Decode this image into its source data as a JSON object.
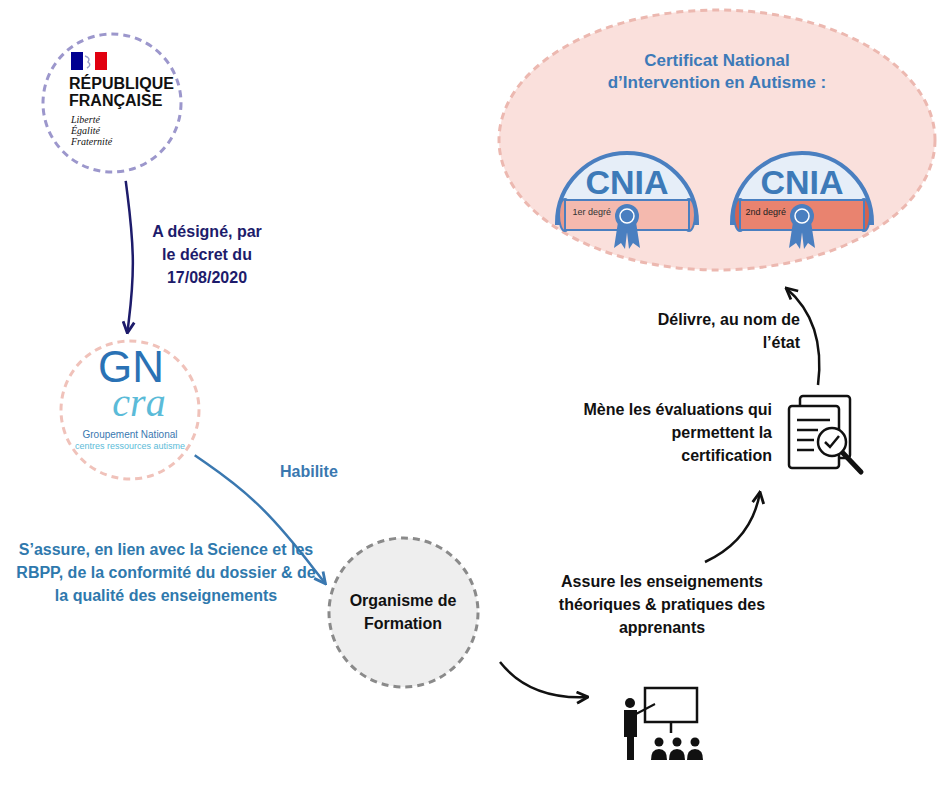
{
  "diagram": {
    "nodes": [
      {
        "text": [
          "RÉPUBLIQUE FRANÇAISE",
          "Liberté Égalité Fraternité"
        ]
      },
      {
        "text": [
          "GN",
          "cra",
          "Groupement National",
          "centres ressources autisme"
        ]
      },
      {
        "text": [
          "Organisme de Formation"
        ]
      },
      {
        "text": [
          "Certificat National d’Intervention en Autisme :",
          "CNIA",
          "1er degré",
          "CNIA",
          "2nd degré"
        ]
      }
    ],
    "edges": [
      {
        "from": 0,
        "to": 1,
        "arrow": "to",
        "label": "A désigné, par le décret du 17/08/2020"
      },
      {
        "from": 1,
        "to": 2,
        "arrow": "to",
        "label": "Habilite"
      }
    ],
    "labels": [
      "S’assure, en lien avec la Science et les RBPP, de la conformité du dossier & de la qualité des enseignements",
      "Assure les enseignements théoriques & pratiques des apprenants",
      "Mène les évaluations qui permettent la certification",
      "Délivre, au nom de l’état"
    ]
  }
}
